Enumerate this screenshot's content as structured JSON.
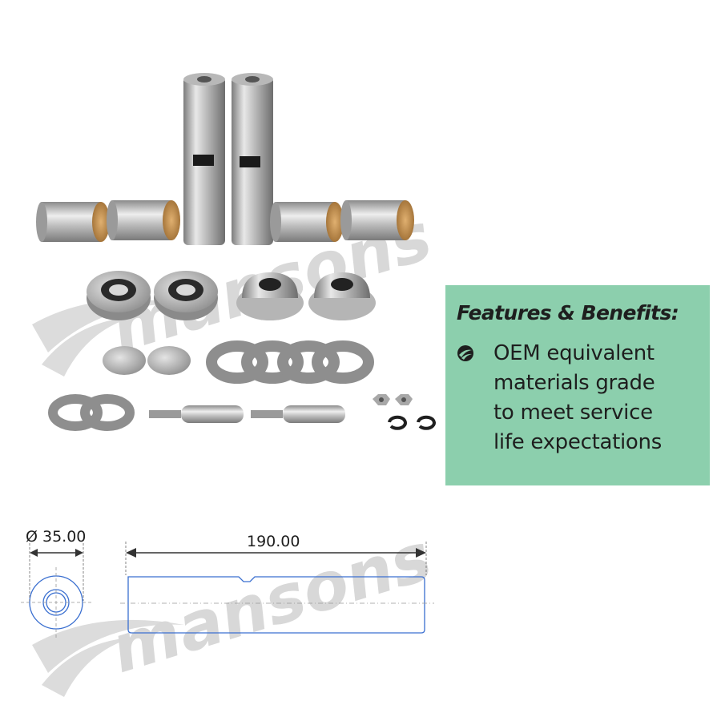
{
  "brand": {
    "watermark_text": "mansons"
  },
  "features": {
    "title": "Features & Benefits:",
    "bullet_icon": "leaf-swoosh-icon",
    "items": [
      "OEM equivalent materials grade to meet service life expectations"
    ]
  },
  "diagram": {
    "diameter_label": "Ø 35.00",
    "length_label": "190.00"
  },
  "colors": {
    "panel_bg": "#8ccfad",
    "drawing_line": "#3a6fd0"
  }
}
